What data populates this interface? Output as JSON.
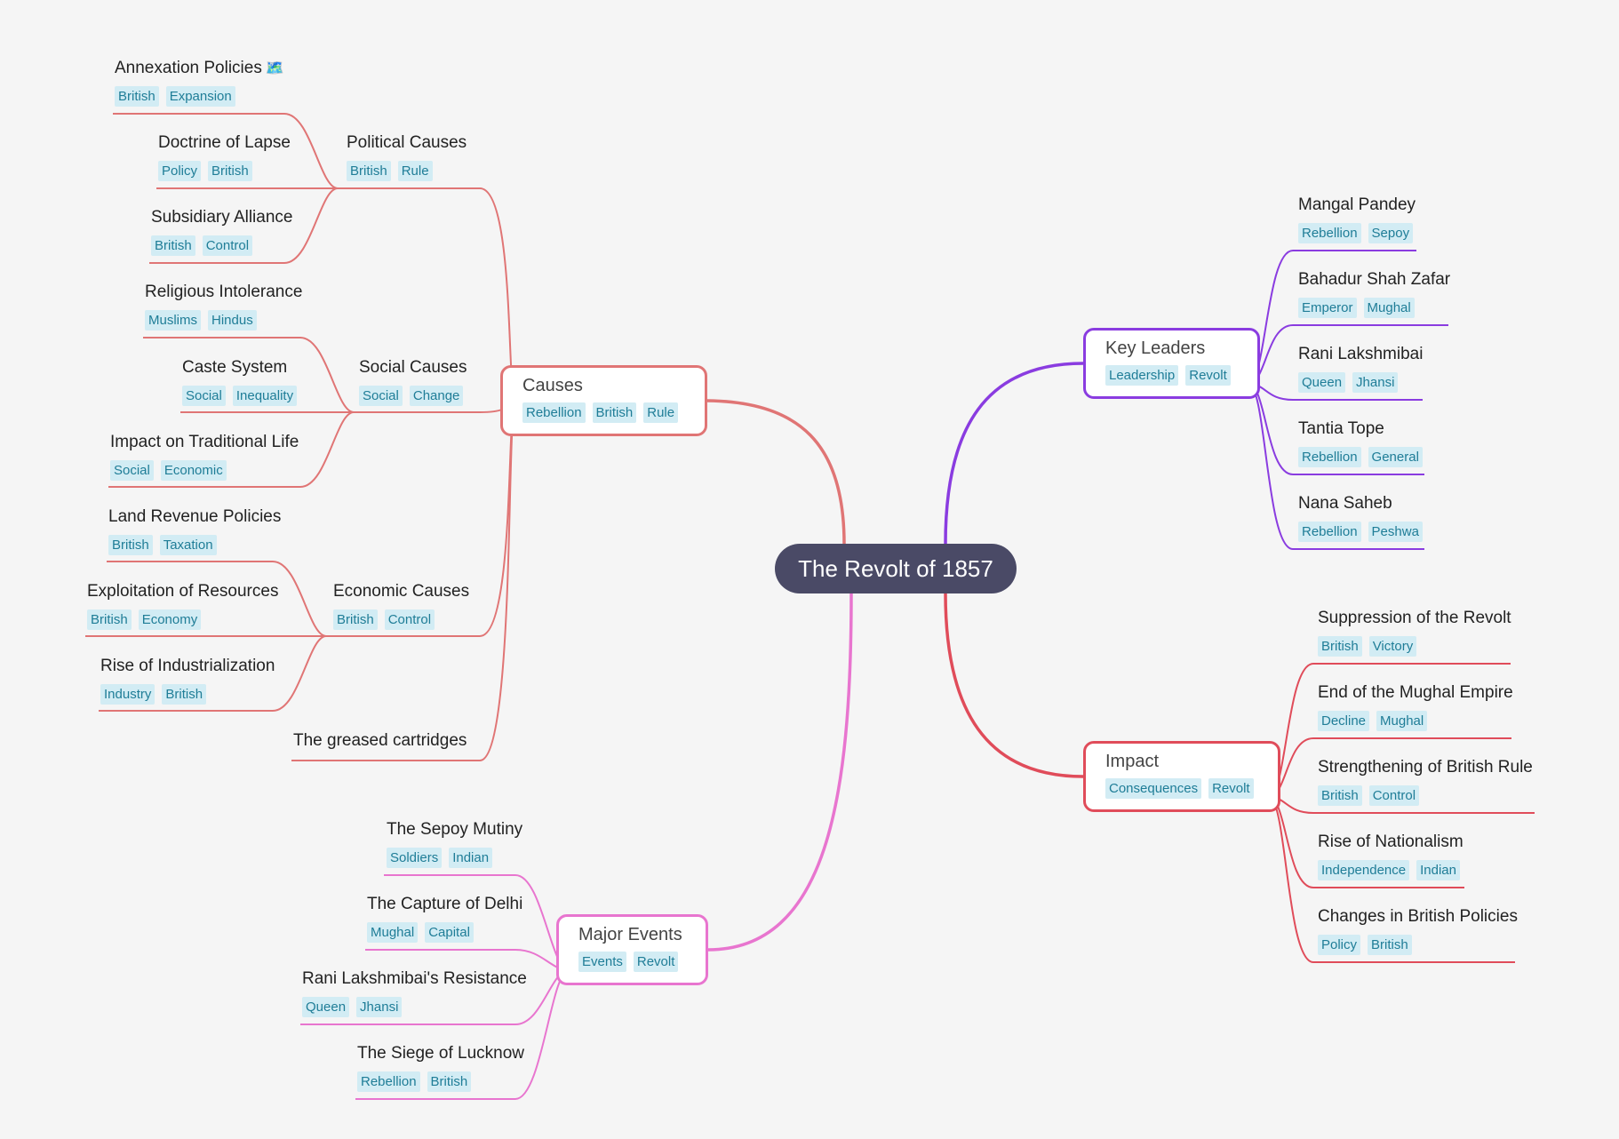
{
  "root": {
    "title": "The Revolt of 1857"
  },
  "colors": {
    "causes": "#e07575",
    "key_leaders": "#8a3ce0",
    "impact": "#e04c5a",
    "major_events": "#e875cf",
    "root_bg": "#4a4a66",
    "tag_bg": "#d2ecf4",
    "tag_text": "#1f7d97"
  },
  "causes": {
    "label": "Causes",
    "tags": [
      "Rebellion",
      "British",
      "Rule"
    ],
    "political": {
      "label": "Political Causes",
      "tags": [
        "British",
        "Rule"
      ],
      "annexation": {
        "label": "Annexation Policies",
        "icon": "map-icon",
        "icon_glyph": "🗺️",
        "tags": [
          "British",
          "Expansion"
        ]
      },
      "doctrine": {
        "label": "Doctrine of Lapse",
        "tags": [
          "Policy",
          "British"
        ]
      },
      "subsidiary": {
        "label": "Subsidiary Alliance",
        "tags": [
          "British",
          "Control"
        ]
      }
    },
    "social": {
      "label": "Social Causes",
      "tags": [
        "Social",
        "Change"
      ],
      "religious": {
        "label": "Religious Intolerance",
        "tags": [
          "Muslims",
          "Hindus"
        ]
      },
      "caste": {
        "label": "Caste System",
        "tags": [
          "Social",
          "Inequality"
        ]
      },
      "traditional": {
        "label": "Impact on Traditional Life",
        "tags": [
          "Social",
          "Economic"
        ]
      }
    },
    "economic": {
      "label": "Economic Causes",
      "tags": [
        "British",
        "Control"
      ],
      "land": {
        "label": "Land Revenue Policies",
        "tags": [
          "British",
          "Taxation"
        ]
      },
      "exploitation": {
        "label": "Exploitation of Resources",
        "tags": [
          "British",
          "Economy"
        ]
      },
      "industrialization": {
        "label": "Rise of Industrialization",
        "tags": [
          "Industry",
          "British"
        ]
      }
    },
    "cartridges": {
      "label": "The greased cartridges"
    }
  },
  "key_leaders": {
    "label": "Key Leaders",
    "tags": [
      "Leadership",
      "Revolt"
    ],
    "mangal": {
      "label": "Mangal Pandey",
      "tags": [
        "Rebellion",
        "Sepoy"
      ]
    },
    "bahadur": {
      "label": "Bahadur Shah Zafar",
      "tags": [
        "Emperor",
        "Mughal"
      ]
    },
    "rani": {
      "label": "Rani Lakshmibai",
      "tags": [
        "Queen",
        "Jhansi"
      ]
    },
    "tantia": {
      "label": "Tantia Tope",
      "tags": [
        "Rebellion",
        "General"
      ]
    },
    "nana": {
      "label": "Nana Saheb",
      "tags": [
        "Rebellion",
        "Peshwa"
      ]
    }
  },
  "impact": {
    "label": "Impact",
    "tags": [
      "Consequences",
      "Revolt"
    ],
    "suppression": {
      "label": "Suppression of the Revolt",
      "tags": [
        "British",
        "Victory"
      ]
    },
    "mughal_end": {
      "label": "End of the Mughal Empire",
      "tags": [
        "Decline",
        "Mughal"
      ]
    },
    "strengthening": {
      "label": "Strengthening of British Rule",
      "tags": [
        "British",
        "Control"
      ]
    },
    "nationalism": {
      "label": "Rise of Nationalism",
      "tags": [
        "Independence",
        "Indian"
      ]
    },
    "policies": {
      "label": "Changes in British Policies",
      "tags": [
        "Policy",
        "British"
      ]
    }
  },
  "major_events": {
    "label": "Major Events",
    "tags": [
      "Events",
      "Revolt"
    ],
    "sepoy": {
      "label": "The Sepoy Mutiny",
      "tags": [
        "Soldiers",
        "Indian"
      ]
    },
    "delhi": {
      "label": "The Capture of Delhi",
      "tags": [
        "Mughal",
        "Capital"
      ]
    },
    "rani_resistance": {
      "label": "Rani Lakshmibai's Resistance",
      "tags": [
        "Queen",
        "Jhansi"
      ]
    },
    "lucknow": {
      "label": "The Siege of Lucknow",
      "tags": [
        "Rebellion",
        "British"
      ]
    }
  }
}
